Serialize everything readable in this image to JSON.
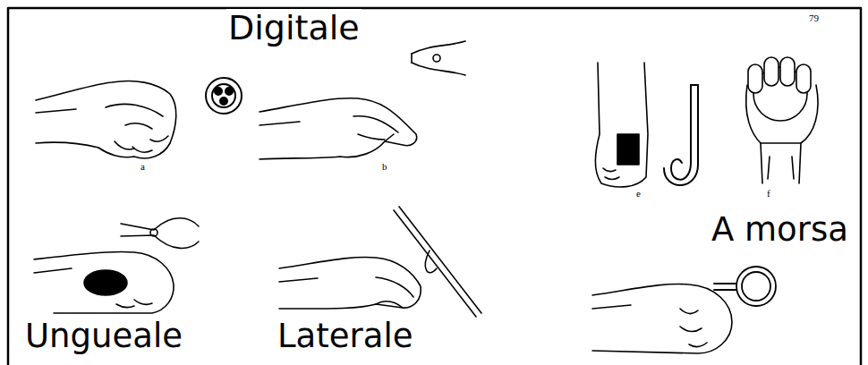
{
  "diagram": {
    "labels": [
      "Digitale",
      "79",
      "a",
      "b",
      "e",
      "f",
      "A morsa",
      "Ungueale",
      "Laterale"
    ]
  }
}
